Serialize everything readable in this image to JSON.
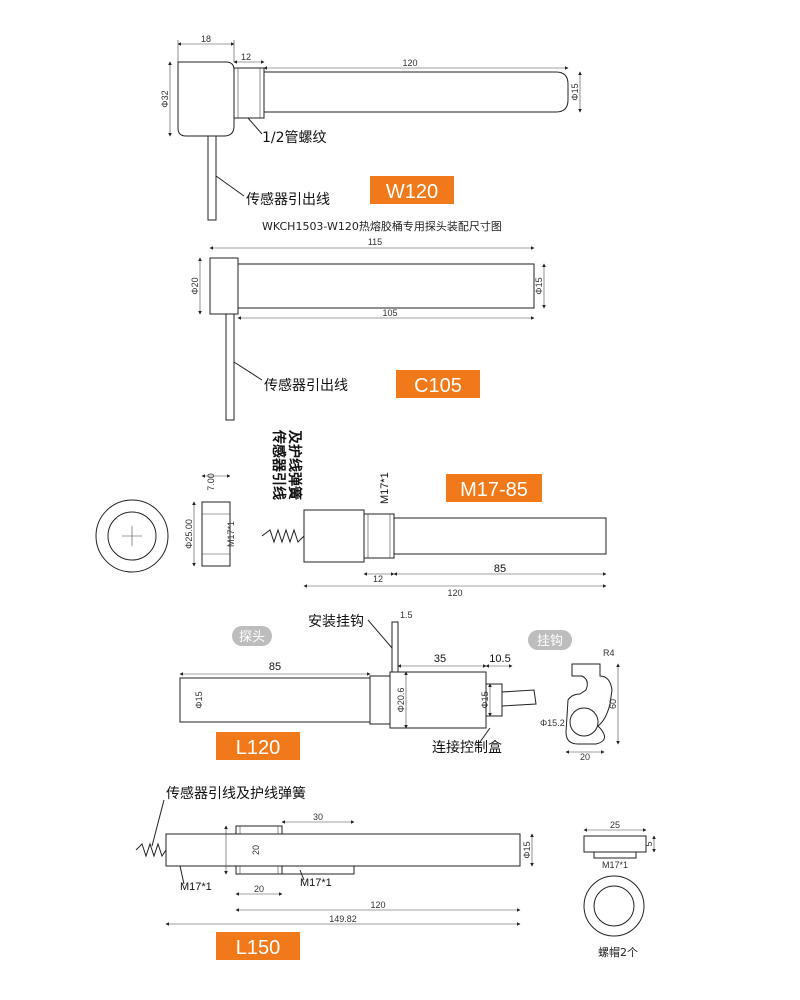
{
  "colors": {
    "tag_orange": "#f07a1a",
    "pill_gray": "#bdbdbd",
    "line": "#222222"
  },
  "w120": {
    "dims": {
      "head_w": "18",
      "thread_w": "12",
      "rod_len": "120",
      "head_dia": "Φ32",
      "rod_dia": "Φ15"
    },
    "thread_label": "1/2管螺纹",
    "wire_label": "传感器引出线",
    "tag": "W120",
    "caption": "WKCH1503-W120热熔胶桶专用探头装配尺寸图"
  },
  "c105": {
    "dims": {
      "total": "115",
      "rod": "105",
      "head_dia": "Φ20",
      "rod_dia": "Φ15"
    },
    "wire_label": "传感器引出线",
    "tag": "C105"
  },
  "m1785": {
    "vertical_label_1": "传感器引线",
    "vertical_label_2": "及护线弹簧",
    "thread_label": "M17*1",
    "nut_height": "7.00",
    "nut_dia": "Φ25.00",
    "nut_thread": "M17*1",
    "dims": {
      "thread_w": "12",
      "rod": "85",
      "total": "120"
    },
    "tag": "M17-85"
  },
  "l120": {
    "hook_label": "安装挂钩",
    "hook_thick": "1.5",
    "probe_pill": "探头",
    "hook_pill": "挂钩",
    "dims": {
      "probe_len": "85",
      "box_len": "35",
      "end_len": "10.5",
      "probe_dia": "Φ15",
      "box_dia": "Φ20.6",
      "box_small": "Φ15"
    },
    "hook_dims": {
      "top": "R4",
      "height": "60",
      "hole": "Φ15.2",
      "width": "20"
    },
    "box_label": "连接控制盒",
    "tag": "L120"
  },
  "l150": {
    "wire_label": "传感器引线及护线弹簧",
    "dims": {
      "top": "30",
      "collar": "20",
      "left_thread": "20",
      "mid": "120",
      "total": "149.82",
      "rod_dia": "Φ15"
    },
    "thread_left": "M17*1",
    "thread_right": "M17*1",
    "nut_dims": {
      "width": "25",
      "height": "5",
      "thread": "M17*1"
    },
    "nut_label": "螺帽2个",
    "tag": "L150"
  }
}
